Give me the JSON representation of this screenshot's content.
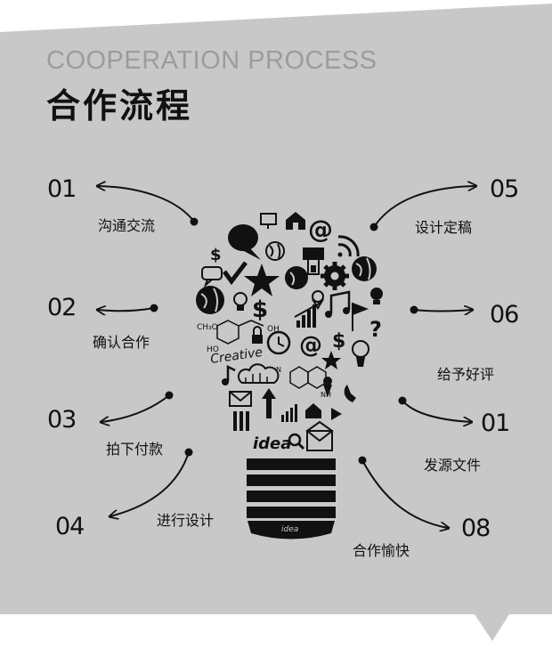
{
  "header": {
    "title_en": "COOPERATION PROCESS",
    "title_cn": "合作流程"
  },
  "steps": [
    {
      "num": "01",
      "label": "沟通交流"
    },
    {
      "num": "02",
      "label": "确认合作"
    },
    {
      "num": "03",
      "label": "拍下付款"
    },
    {
      "num": "04",
      "label": "进行设计"
    },
    {
      "num": "05",
      "label": "设计定稿"
    },
    {
      "num": "06",
      "label": "给予好评"
    },
    {
      "num": "01",
      "label": "发源文件"
    },
    {
      "num": "08",
      "label": "合作愉快"
    }
  ],
  "bulb": {
    "creative_text": "Creative",
    "idea_text": "idea",
    "base_logo_text": "idea"
  },
  "icons": [
    "speech-bubble-icon",
    "check-icon",
    "star-icon",
    "globe-icon",
    "lightbulb-icon",
    "dollar-icon",
    "chemical-structure-icon",
    "at-sign-icon",
    "wifi-icon",
    "gear-icon",
    "house-icon",
    "bar-chart-icon",
    "music-note-icon",
    "flag-icon",
    "question-icon",
    "cloud-icon",
    "envelope-icon",
    "magnifier-icon",
    "phone-icon",
    "clock-icon",
    "lock-icon"
  ],
  "colors": {
    "background": "#c8c8c8",
    "text": "#111111",
    "subtitle": "#9c9c9c"
  }
}
